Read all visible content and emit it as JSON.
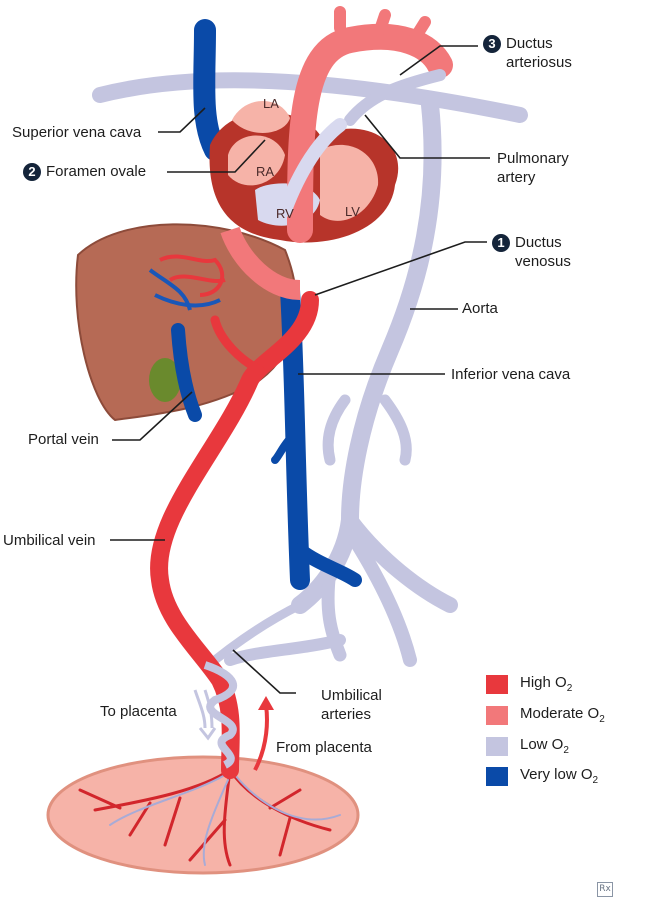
{
  "labels": {
    "superior_vena_cava": "Superior vena cava",
    "foramen_ovale": "Foramen ovale",
    "foramen_ovale_num": "2",
    "ductus_arteriosus_line1": "Ductus",
    "ductus_arteriosus_line2": "arteriosus",
    "ductus_arteriosus_num": "3",
    "pulmonary_artery_line1": "Pulmonary",
    "pulmonary_artery_line2": "artery",
    "ductus_venosus_line1": "Ductus",
    "ductus_venosus_line2": "venosus",
    "ductus_venosus_num": "1",
    "aorta": "Aorta",
    "inferior_vena_cava": "Inferior vena cava",
    "portal_vein": "Portal vein",
    "umbilical_vein": "Umbilical vein",
    "umbilical_arteries_line1": "Umbilical",
    "umbilical_arteries_line2": "arteries",
    "to_placenta": "To placenta",
    "from_placenta": "From placenta"
  },
  "heart_chambers": {
    "la": "LA",
    "ra": "RA",
    "rv": "RV",
    "lv": "LV"
  },
  "legend": [
    {
      "label": "High O",
      "sub": "2",
      "color": "#e8383d"
    },
    {
      "label": "Moderate O",
      "sub": "2",
      "color": "#f2787a"
    },
    {
      "label": "Low O",
      "sub": "2",
      "color": "#c4c5e0"
    },
    {
      "label": "Very low O",
      "sub": "2",
      "color": "#0a4aa8"
    }
  ],
  "logo_text": "Rx",
  "colors": {
    "high_o2": "#e8383d",
    "moderate_o2": "#f2787a",
    "low_o2": "#c4c5e0",
    "very_low_o2": "#0a4aa8",
    "liver": "#b66a55",
    "heart_wall": "#b7342a"
  }
}
